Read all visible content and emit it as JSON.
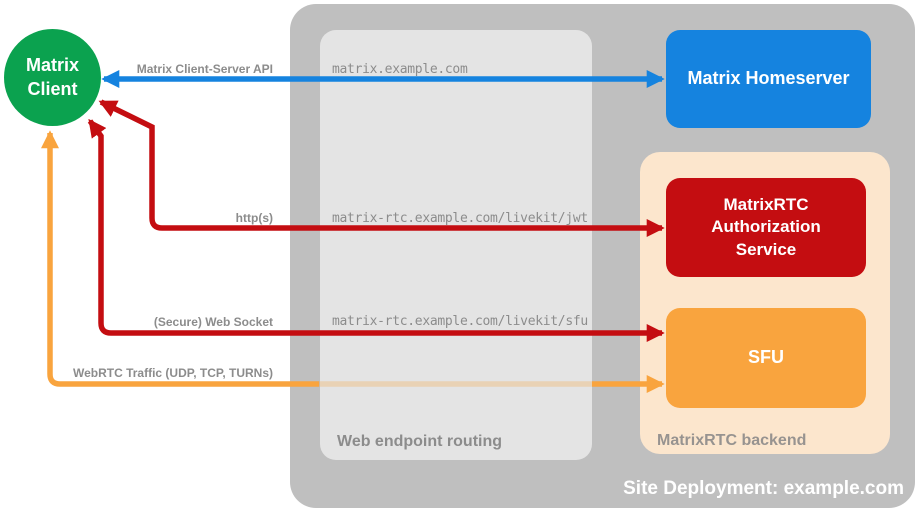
{
  "colors": {
    "green": "#0ba24f",
    "blue": "#1583df",
    "red": "#c40d11",
    "orange": "#f9a43e",
    "peach": "#fce6cd",
    "outer-gray": "#bfbfbf",
    "inner-gray": "#e4e4e4",
    "label-gray": "#8c8c8c"
  },
  "nodes": {
    "matrix_client": {
      "label": "Matrix Client"
    },
    "matrix_homeserver": {
      "label": "Matrix Homeserver"
    },
    "auth_service": {
      "label": "MatrixRTC Authorization Service"
    },
    "sfu": {
      "label": "SFU"
    }
  },
  "containers": {
    "web_endpoint_routing": {
      "label": "Web endpoint routing"
    },
    "matrixrtc_backend": {
      "label": "MatrixRTC backend"
    },
    "site_deployment": {
      "label": "Site Deployment: example.com"
    }
  },
  "connections": [
    {
      "label": "Matrix Client-Server API",
      "route": "matrix.example.com",
      "color": "#1583df"
    },
    {
      "label": "http(s)",
      "route": "matrix-rtc.example.com/livekit/jwt",
      "color": "#c40d11"
    },
    {
      "label": "(Secure) Web Socket",
      "route": "matrix-rtc.example.com/livekit/sfu",
      "color": "#c40d11"
    },
    {
      "label": "WebRTC Traffic (UDP, TCP, TURNs)",
      "color": "#f9a43e"
    }
  ]
}
